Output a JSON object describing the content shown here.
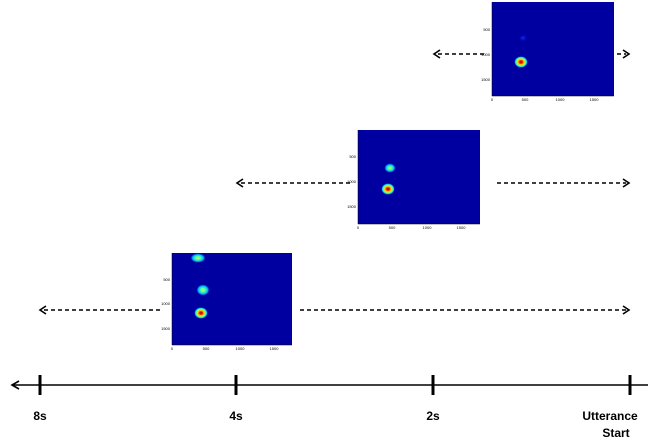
{
  "timeline": {
    "labels": [
      "8s",
      "4s",
      "2s",
      "Utterance",
      "Start"
    ]
  },
  "colors": {
    "heatmap_background": "#0000a0",
    "arrow": "#000000"
  },
  "heatmaps": [
    {
      "y_ticks": [
        "500",
        "1000",
        "1500"
      ],
      "x_ticks": [
        "0",
        "500",
        "1000",
        "1500"
      ]
    },
    {
      "y_ticks": [
        "500",
        "1000",
        "1500"
      ],
      "x_ticks": [
        "0",
        "500",
        "1000",
        "1500"
      ]
    },
    {
      "y_ticks": [
        "500",
        "1000",
        "1500"
      ],
      "x_ticks": [
        "0",
        "500",
        "1000",
        "1500"
      ]
    }
  ]
}
